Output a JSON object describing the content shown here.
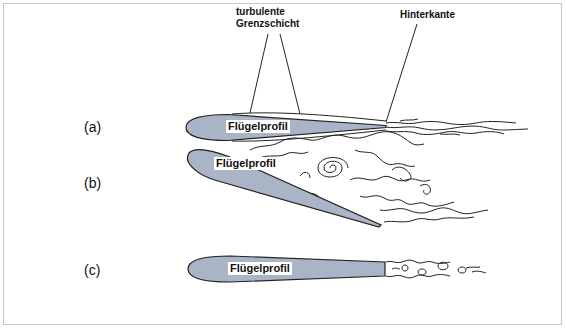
{
  "diagram": {
    "nodes": [
      {
        "text": [
          "Flügelprofil"
        ]
      },
      {
        "text": [
          "Flügelprofil"
        ]
      },
      {
        "text": [
          "Flügelprofil"
        ]
      }
    ],
    "labels": [
      "(a)",
      "(b)",
      "(c)",
      "turbulente Grenzschicht",
      "Hinterkante"
    ]
  }
}
